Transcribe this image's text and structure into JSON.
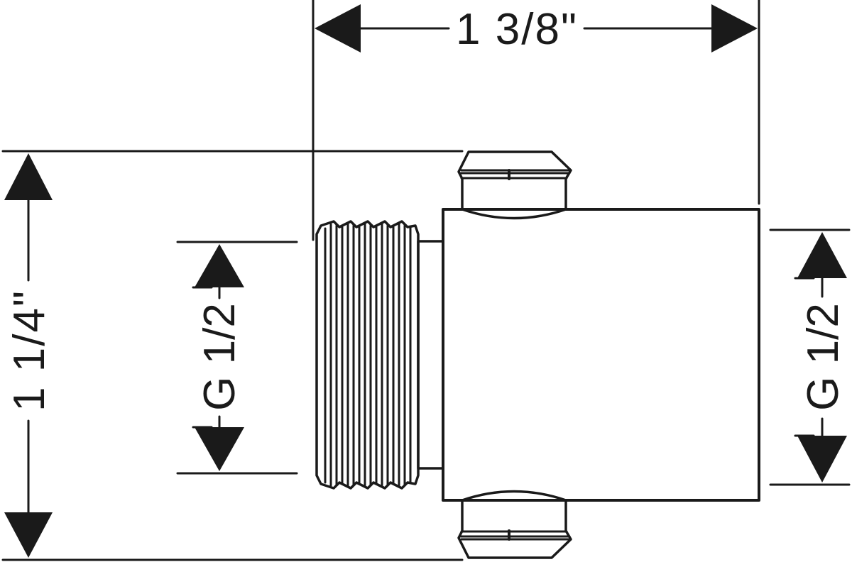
{
  "dimensions": {
    "width_label": "1 3/8\"",
    "height_label": "1 1/4\"",
    "left_thread_label": "G 1/2",
    "right_thread_label": "G 1/2"
  },
  "colors": {
    "line": "#1a1a1a",
    "background": "#ffffff"
  }
}
